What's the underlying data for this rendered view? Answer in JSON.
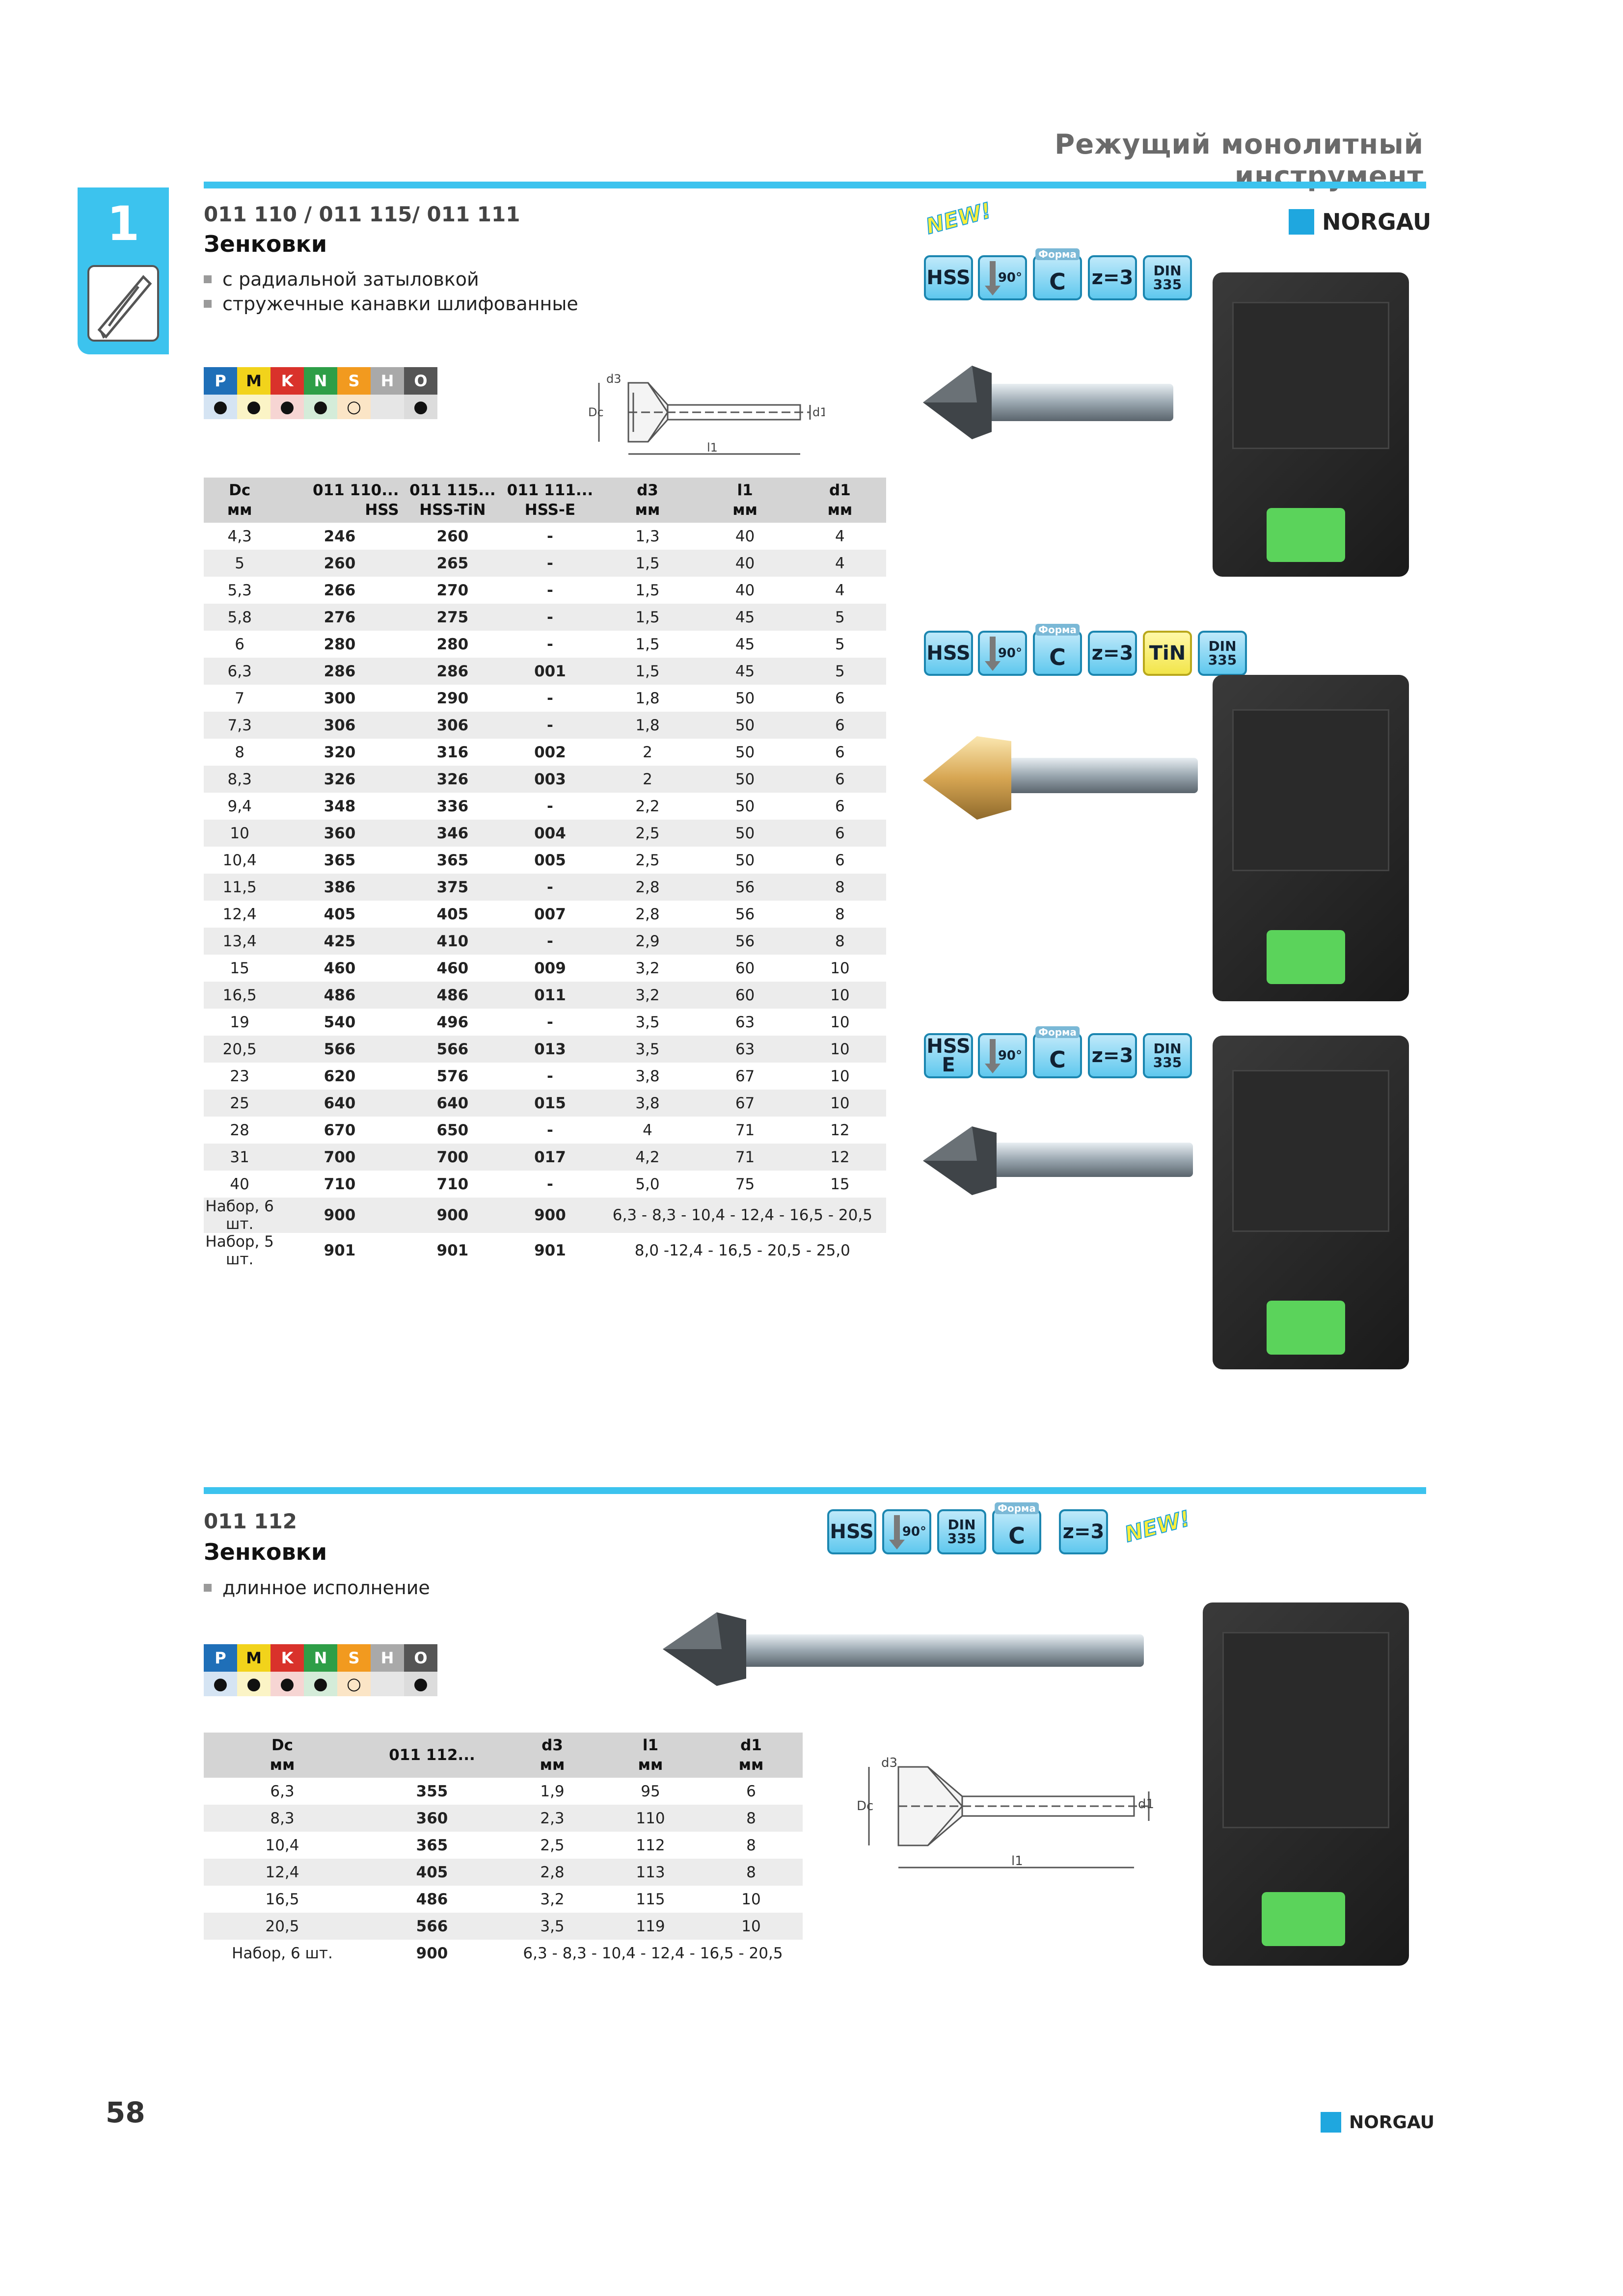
{
  "header": {
    "title": "Режущий монолитный инструмент"
  },
  "chapter": {
    "number": "1"
  },
  "brand": {
    "name": "NORGAU"
  },
  "section1": {
    "code": "011 110 / 011 115/ 011 111",
    "title": "Зенковки",
    "bullets": [
      "с радиальной затыловкой",
      "стружечные канавки шлифованные"
    ],
    "materials": {
      "labels": [
        "P",
        "M",
        "K",
        "N",
        "S",
        "H",
        "O"
      ],
      "marks": [
        "●",
        "●",
        "●",
        "●",
        "○",
        "",
        "●"
      ]
    },
    "badges": {
      "new": "NEW!",
      "row1": [
        "HSS",
        "90°",
        "Форма",
        "C",
        "z=3",
        "DIN",
        "335"
      ],
      "row2": [
        "HSS",
        "90°",
        "Форма",
        "C",
        "z=3",
        "TiN",
        "DIN",
        "335"
      ],
      "row3": [
        "HSS",
        "E",
        "90°",
        "Форма",
        "C",
        "z=3",
        "DIN",
        "335"
      ]
    },
    "table": {
      "headers": [
        [
          "Dc",
          "мм"
        ],
        [
          "011 110...",
          "HSS"
        ],
        [
          "011 115...",
          "HSS-TiN"
        ],
        [
          "011 111...",
          "HSS-E"
        ],
        [
          "d3",
          "мм"
        ],
        [
          "l1",
          "мм"
        ],
        [
          "d1",
          "мм"
        ]
      ],
      "rows": [
        [
          "4,3",
          "246",
          "260",
          "-",
          "1,3",
          "40",
          "4"
        ],
        [
          "5",
          "260",
          "265",
          "-",
          "1,5",
          "40",
          "4"
        ],
        [
          "5,3",
          "266",
          "270",
          "-",
          "1,5",
          "40",
          "4"
        ],
        [
          "5,8",
          "276",
          "275",
          "-",
          "1,5",
          "45",
          "5"
        ],
        [
          "6",
          "280",
          "280",
          "-",
          "1,5",
          "45",
          "5"
        ],
        [
          "6,3",
          "286",
          "286",
          "001",
          "1,5",
          "45",
          "5"
        ],
        [
          "7",
          "300",
          "290",
          "-",
          "1,8",
          "50",
          "6"
        ],
        [
          "7,3",
          "306",
          "306",
          "-",
          "1,8",
          "50",
          "6"
        ],
        [
          "8",
          "320",
          "316",
          "002",
          "2",
          "50",
          "6"
        ],
        [
          "8,3",
          "326",
          "326",
          "003",
          "2",
          "50",
          "6"
        ],
        [
          "9,4",
          "348",
          "336",
          "-",
          "2,2",
          "50",
          "6"
        ],
        [
          "10",
          "360",
          "346",
          "004",
          "2,5",
          "50",
          "6"
        ],
        [
          "10,4",
          "365",
          "365",
          "005",
          "2,5",
          "50",
          "6"
        ],
        [
          "11,5",
          "386",
          "375",
          "-",
          "2,8",
          "56",
          "8"
        ],
        [
          "12,4",
          "405",
          "405",
          "007",
          "2,8",
          "56",
          "8"
        ],
        [
          "13,4",
          "425",
          "410",
          "-",
          "2,9",
          "56",
          "8"
        ],
        [
          "15",
          "460",
          "460",
          "009",
          "3,2",
          "60",
          "10"
        ],
        [
          "16,5",
          "486",
          "486",
          "011",
          "3,2",
          "60",
          "10"
        ],
        [
          "19",
          "540",
          "496",
          "-",
          "3,5",
          "63",
          "10"
        ],
        [
          "20,5",
          "566",
          "566",
          "013",
          "3,5",
          "63",
          "10"
        ],
        [
          "23",
          "620",
          "576",
          "-",
          "3,8",
          "67",
          "10"
        ],
        [
          "25",
          "640",
          "640",
          "015",
          "3,8",
          "67",
          "10"
        ],
        [
          "28",
          "670",
          "650",
          "-",
          "4",
          "71",
          "12"
        ],
        [
          "31",
          "700",
          "700",
          "017",
          "4,2",
          "71",
          "12"
        ],
        [
          "40",
          "710",
          "710",
          "-",
          "5,0",
          "75",
          "15"
        ]
      ],
      "sets": [
        [
          "Набор, 6 шт.",
          "900",
          "900",
          "900",
          "6,3 - 8,3 - 10,4 - 12,4 - 16,5 - 20,5"
        ],
        [
          "Набор, 5 шт.",
          "901",
          "901",
          "901",
          "8,0 -12,4 - 16,5 - 20,5 - 25,0"
        ]
      ]
    },
    "diagram": {
      "labels": [
        "d3",
        "Dc",
        "d1",
        "l1"
      ]
    }
  },
  "section2": {
    "code": "011 112",
    "title": "Зенковки",
    "bullets": [
      "длинное исполнение"
    ],
    "materials": {
      "labels": [
        "P",
        "M",
        "K",
        "N",
        "S",
        "H",
        "O"
      ],
      "marks": [
        "●",
        "●",
        "●",
        "●",
        "○",
        "",
        "●"
      ]
    },
    "badges": [
      "HSS",
      "90°",
      "DIN",
      "335",
      "Форма",
      "C",
      "z=3",
      "NEW!"
    ],
    "table": {
      "headers": [
        [
          "Dc",
          "мм"
        ],
        [
          "011 112...",
          ""
        ],
        [
          "d3",
          "мм"
        ],
        [
          "l1",
          "мм"
        ],
        [
          "d1",
          "мм"
        ]
      ],
      "rows": [
        [
          "6,3",
          "355",
          "1,9",
          "95",
          "6"
        ],
        [
          "8,3",
          "360",
          "2,3",
          "110",
          "8"
        ],
        [
          "10,4",
          "365",
          "2,5",
          "112",
          "8"
        ],
        [
          "12,4",
          "405",
          "2,8",
          "113",
          "8"
        ],
        [
          "16,5",
          "486",
          "3,2",
          "115",
          "10"
        ],
        [
          "20,5",
          "566",
          "3,5",
          "119",
          "10"
        ]
      ],
      "sets": [
        [
          "Набор, 6 шт.",
          "900",
          "6,3 - 8,3 - 10,4 - 12,4 - 16,5 - 20,5"
        ]
      ]
    },
    "diagram": {
      "labels": [
        "d3",
        "Dc",
        "d1",
        "l1"
      ]
    }
  },
  "footer": {
    "page": "58",
    "brand": "NORGAU"
  },
  "colors": {
    "accent": "#3cc3ee",
    "P": "#1f6fb8",
    "M": "#f2d31b",
    "K": "#d9322b",
    "N": "#2e9e47",
    "S": "#f29a1f",
    "H": "#a9a9a9",
    "O": "#555555"
  }
}
